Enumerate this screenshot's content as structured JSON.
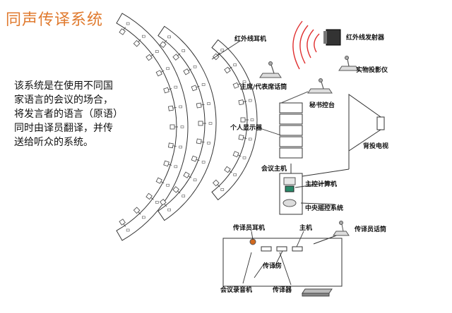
{
  "title": "同声传译系统",
  "description": "该系统是在使用不同国家语言的会议的场合，将发言者的语言（原语）同时由译员翻译，并传送给听众的系统。",
  "labels": {
    "ir_headset": "红外线耳机",
    "ir_emitter": "红外线发射器",
    "projector": "实物投影仪",
    "chair_mic": "主席/代表席话筒",
    "secretary": "秘书控台",
    "display": "个人显示器",
    "rear_tv": "背投电视",
    "host": "会议主机",
    "master_pc": "主控计算机",
    "central_control": "中央摇控系统",
    "interp_headset": "传译员耳机",
    "main_unit": "主机",
    "interp_mic": "传译员话筒",
    "booth": "传译房",
    "recorder": "会议录音机",
    "interp_device": "传译器"
  },
  "colors": {
    "title": "#e07a2e",
    "waves": "#e03030",
    "booth_dot": "#d2691e"
  }
}
